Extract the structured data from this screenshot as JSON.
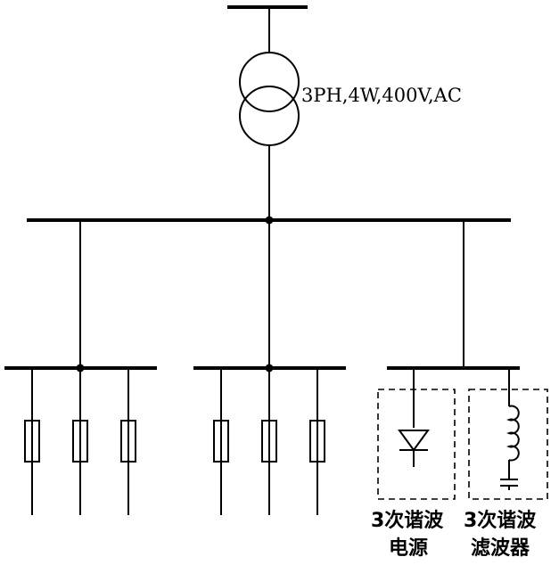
{
  "transformer": {
    "label": "3PH,4W,400V,AC"
  },
  "harmonic_source": {
    "label_line1": "3次谐波",
    "label_line2": "电源"
  },
  "harmonic_filter": {
    "label_line1": "3次谐波",
    "label_line2": "滤波器"
  }
}
